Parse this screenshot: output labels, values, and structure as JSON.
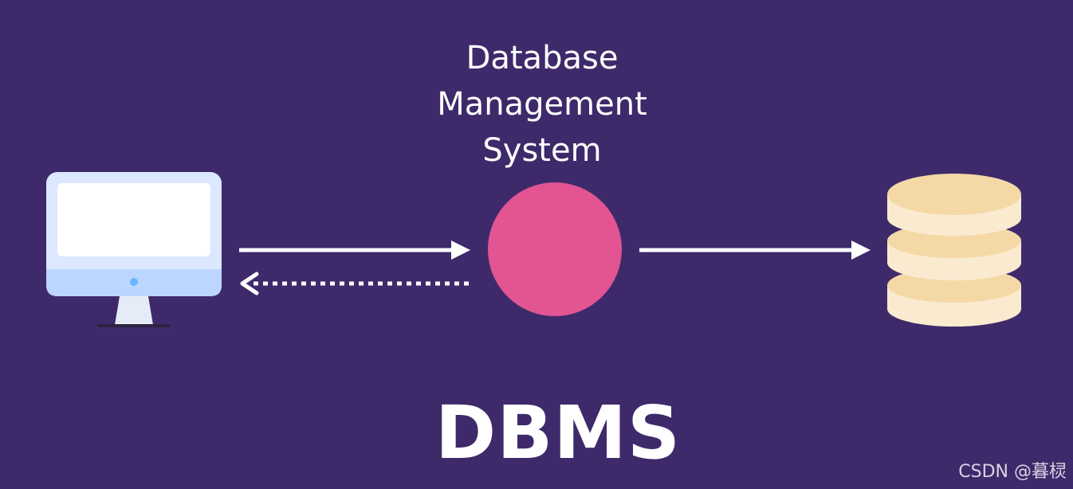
{
  "heading": {
    "lines": [
      "Database",
      "Management",
      "System"
    ]
  },
  "acronym": "DBMS",
  "watermark": "CSDN @暮棂",
  "nodes": {
    "client": {
      "icon": "computer-monitor-icon"
    },
    "dbms": {
      "icon": "circle-node"
    },
    "storage": {
      "icon": "database-stack-icon"
    }
  },
  "edges": [
    {
      "from": "client",
      "to": "dbms",
      "style": "solid"
    },
    {
      "from": "dbms",
      "to": "client",
      "style": "dotted"
    },
    {
      "from": "dbms",
      "to": "storage",
      "style": "solid"
    }
  ],
  "colors": {
    "background": "#3e2a6a",
    "dbms_circle": "#e25592",
    "arrow": "#ffffff",
    "monitor_frame": "#dbe8ff",
    "monitor_screen": "#ffffff",
    "monitor_base": "#bcd6ff",
    "monitor_power": "#69b4ff",
    "db_disk_top": "#f4d9a7",
    "db_disk_side": "#faebd0"
  }
}
